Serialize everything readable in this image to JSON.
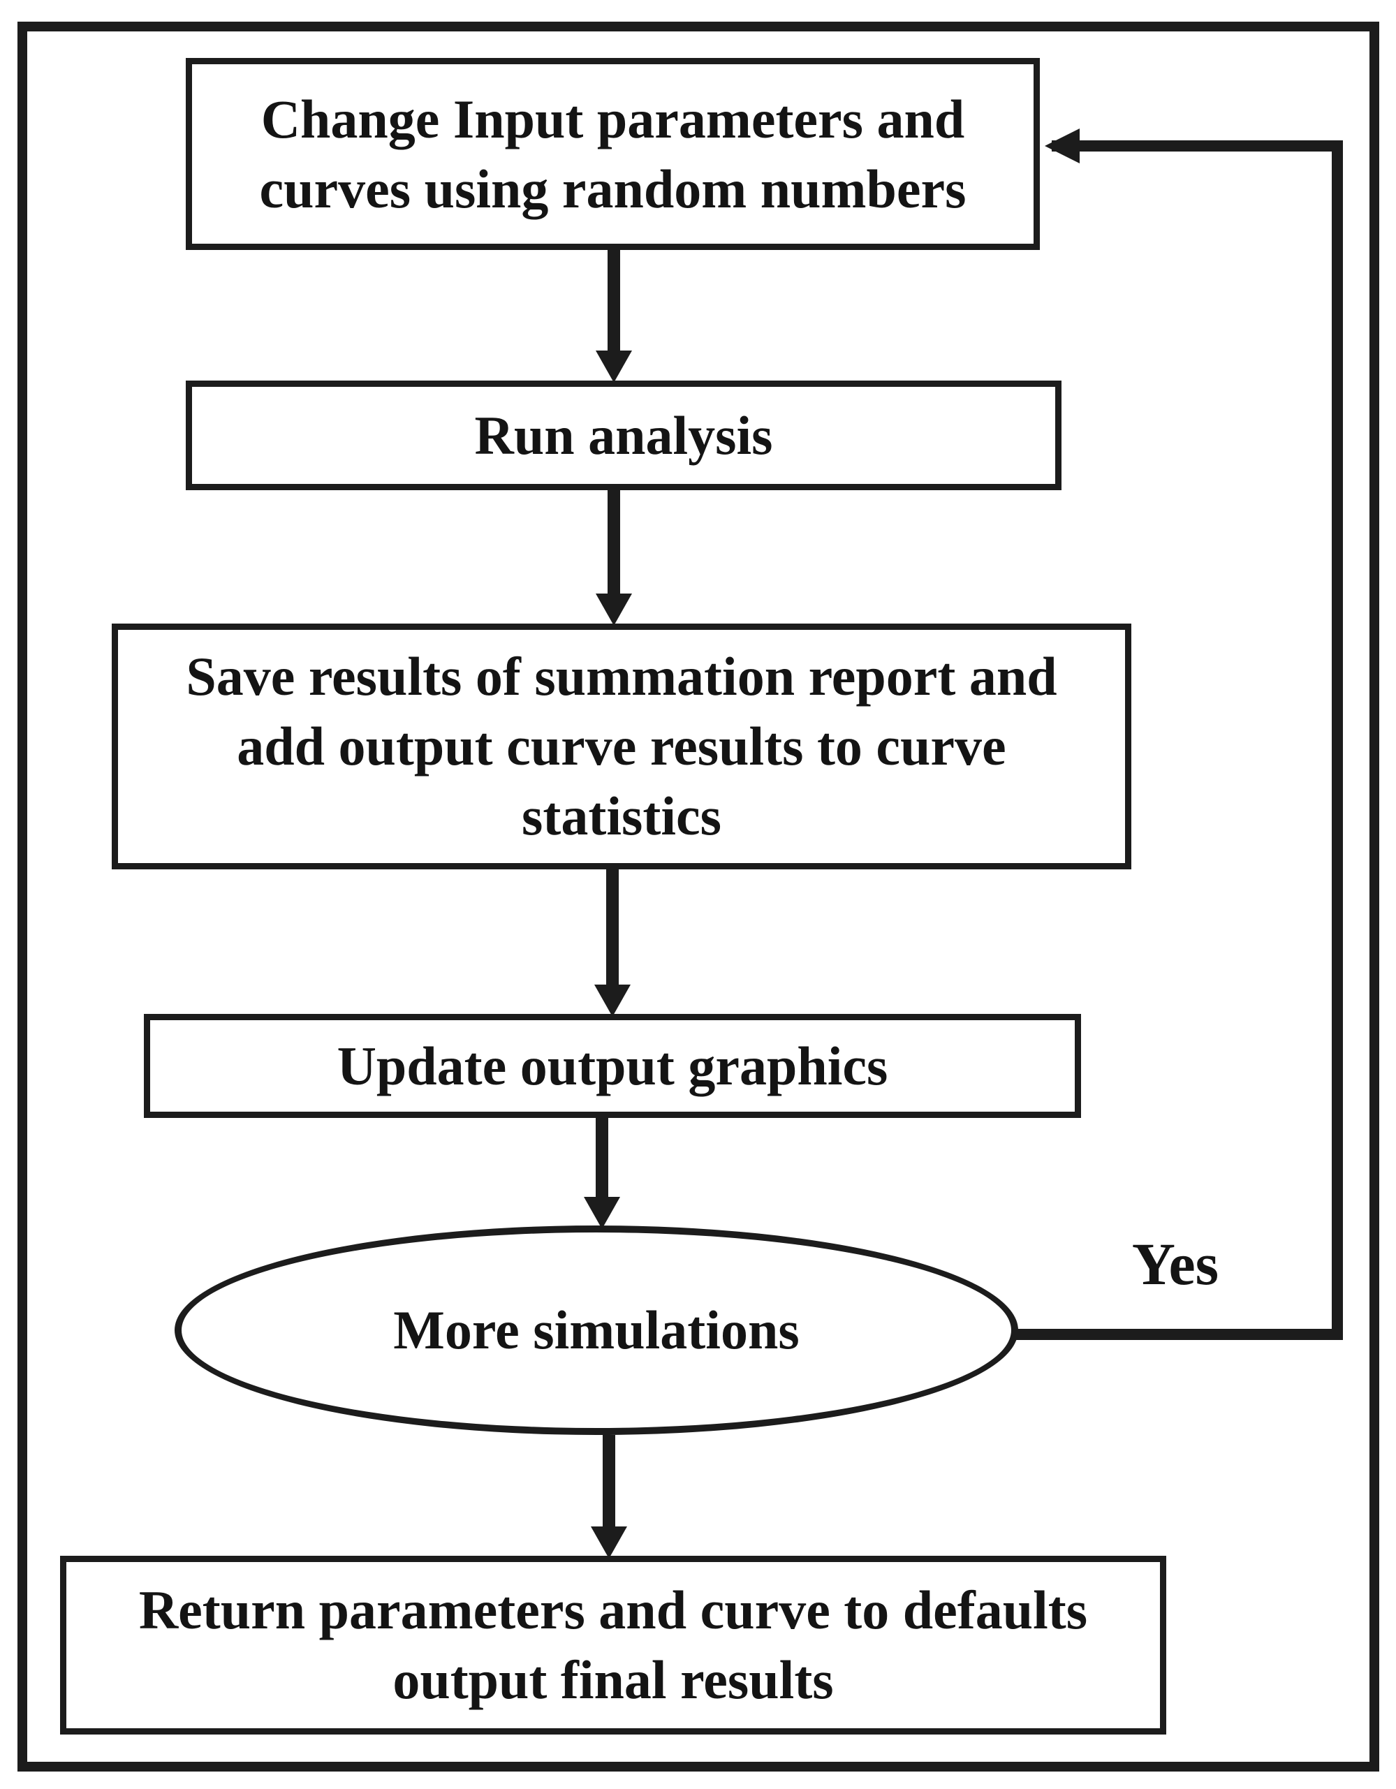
{
  "diagram": {
    "type": "flowchart",
    "title": "Simulation loop flowchart",
    "colors": {
      "ink": "#1c1c1c",
      "background": "#ffffff"
    },
    "nodes": [
      {
        "id": "change-inputs",
        "shape": "rectangle",
        "label": "Change Input parameters and\ncurves using random numbers"
      },
      {
        "id": "run-analysis",
        "shape": "rectangle",
        "label": "Run analysis"
      },
      {
        "id": "save-results",
        "shape": "rectangle",
        "label": "Save results of summation report and\nadd output curve results to curve\nstatistics"
      },
      {
        "id": "update-graphics",
        "shape": "rectangle",
        "label": "Update output graphics"
      },
      {
        "id": "more-simulations",
        "shape": "ellipse",
        "label": "More simulations"
      },
      {
        "id": "return-defaults",
        "shape": "rectangle",
        "label": "Return parameters and curve to defaults\noutput final results"
      }
    ],
    "edges": [
      {
        "from": "change-inputs",
        "to": "run-analysis",
        "label": ""
      },
      {
        "from": "run-analysis",
        "to": "save-results",
        "label": ""
      },
      {
        "from": "save-results",
        "to": "update-graphics",
        "label": ""
      },
      {
        "from": "update-graphics",
        "to": "more-simulations",
        "label": ""
      },
      {
        "from": "more-simulations",
        "to": "return-defaults",
        "label": ""
      },
      {
        "from": "more-simulations",
        "to": "change-inputs",
        "label": "Yes"
      }
    ]
  }
}
